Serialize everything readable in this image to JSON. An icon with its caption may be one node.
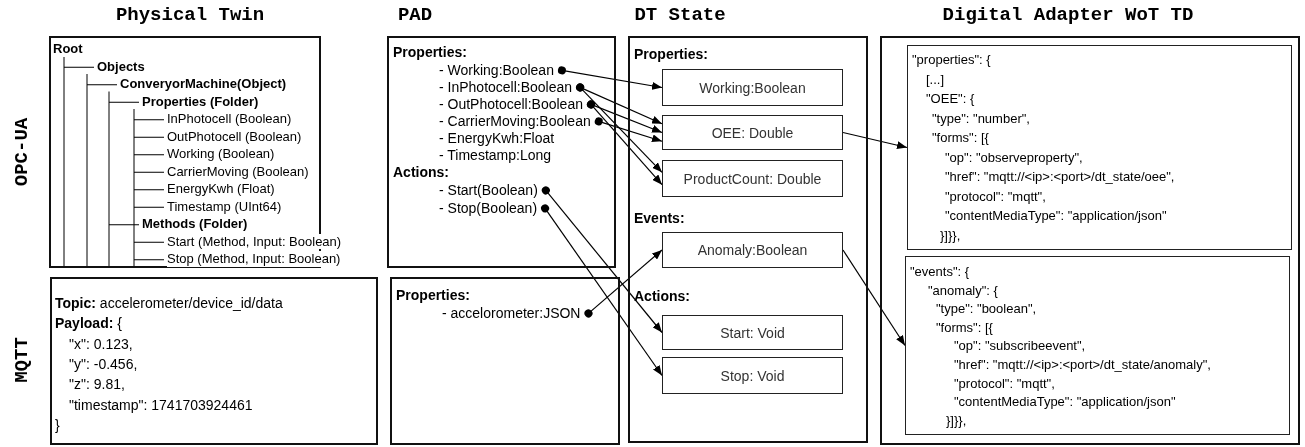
{
  "diagram": {
    "nodes": [
      {
        "text": [
          "Root",
          "Objects",
          "ConveryorMachine(Object)",
          "Properties (Folder)",
          "InPhotocell (Boolean)",
          "OutPhotocell (Boolean)",
          "Working (Boolean)",
          "CarrierMoving (Boolean)",
          "EnergyKwh (Float)",
          "Timestamp (UInt64)",
          "Methods (Folder)",
          "Start (Method, Input: Boolean)",
          "Stop (Method, Input: Boolean)"
        ]
      },
      {
        "text": [
          "Properties:",
          "Actions:"
        ]
      },
      {
        "text": [
          "- Working:Boolean"
        ],
        "in": 1
      },
      {
        "text": [
          "- InPhotocell:Boolean"
        ],
        "in": 1
      },
      {
        "text": [
          "- OutPhotocell:Boolean"
        ],
        "in": 1
      },
      {
        "text": [
          "- CarrierMoving:Boolean"
        ],
        "in": 1
      },
      {
        "text": [
          "- EnergyKwh:Float"
        ],
        "in": 1
      },
      {
        "text": [
          "- Timestamp:Long"
        ],
        "in": 1
      },
      {
        "text": [
          "- Start(Boolean)"
        ],
        "in": 1
      },
      {
        "text": [
          "- Stop(Boolean)"
        ],
        "in": 1
      },
      {
        "text": [
          "Properties:",
          "Events:",
          "Actions:"
        ]
      },
      {
        "text": [
          "Working:Boolean"
        ],
        "in": 10
      },
      {
        "text": [
          "OEE: Double"
        ],
        "in": 10
      },
      {
        "text": [
          "ProductCount: Double"
        ],
        "in": 10
      },
      {
        "text": [
          "Anomaly:Boolean"
        ],
        "in": 10
      },
      {
        "text": [
          "Start: Void"
        ],
        "in": 10
      },
      {
        "text": [
          "Stop: Void"
        ],
        "in": 10
      },
      {
        "text": [],
        "shape": "box"
      },
      {
        "text": [
          "\"properties\": {",
          "[...]",
          "\"OEE\": {",
          "\"type\": \"number\",",
          "\"forms\": [{",
          "\"op\": \"observeproperty\",",
          "\"href\": \"mqtt://<ip>:<port>/dt_state/oee\",",
          "\"protocol\": \"mqtt\",",
          "\"contentMediaType\": \"application/json\"",
          "}]}},"
        ],
        "in": 17
      },
      {
        "text": [
          "\"events\": {",
          "\"anomaly\": {",
          "\"type\": \"boolean\",",
          "\"forms\": [{",
          "\"op\": \"subscribeevent\",",
          "\"href\": \"mqtt://<ip>:<port>/dt_state/anomaly\",",
          "\"protocol\": \"mqtt\",",
          "\"contentMediaType\": \"application/json\"",
          "}]}},"
        ],
        "in": 17
      },
      {
        "text": [
          "**Topic:** accelerometer/device_id/data",
          "**Payload:** {",
          "\"x\": 0.123,",
          "\"y\": -0.456,",
          "\"z\": 9.81,",
          "\"timestamp\": 1741703924461",
          "}"
        ]
      },
      {
        "text": [
          "Properties:"
        ]
      },
      {
        "text": [
          "- accelorometer:JSON"
        ],
        "in": 21
      }
    ],
    "edges": [
      {
        "from": 2,
        "to": 11,
        "arrow": "to"
      },
      {
        "from": 3,
        "to": 12,
        "arrow": "to"
      },
      {
        "from": 3,
        "to": 13,
        "arrow": "to"
      },
      {
        "from": 4,
        "to": 12,
        "arrow": "to"
      },
      {
        "from": 4,
        "to": 13,
        "arrow": "to"
      },
      {
        "from": 5,
        "to": 12,
        "arrow": "to"
      },
      {
        "from": 8,
        "to": 15,
        "arrow": "to"
      },
      {
        "from": 9,
        "to": 16,
        "arrow": "to"
      },
      {
        "from": 22,
        "to": 14,
        "arrow": "to"
      },
      {
        "from": 12,
        "to": 18,
        "arrow": "to"
      },
      {
        "from": 14,
        "to": 19,
        "arrow": "to"
      }
    ],
    "labels": [
      "Physical Twin",
      "PAD",
      "DT State",
      "Digital Adapter WoT TD",
      "OPC-UA",
      "MQTT"
    ]
  }
}
